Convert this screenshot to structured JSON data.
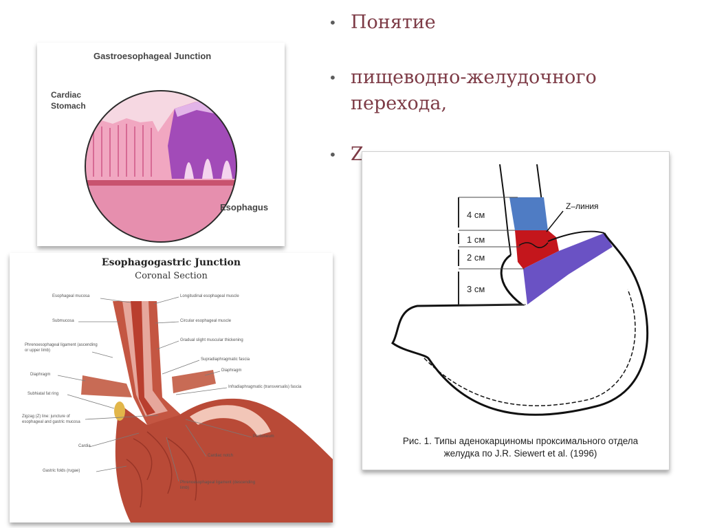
{
  "bullets": [
    {
      "text": "Понятие"
    },
    {
      "text": "пищеводно-желудочного перехода,"
    },
    {
      "text": "Z"
    }
  ],
  "figure_histology": {
    "title": "Gastroesophageal Junction",
    "label_stomach": "Cardiac Stomach",
    "label_esophagus": "Esophagus"
  },
  "figure_anatomy": {
    "title": "Esophagogastric Junction",
    "subtitle": "Coronal Section",
    "labels_left": [
      "Esophageal mucosa",
      "Submucosa",
      "Phrenoesophageal ligament (ascending or upper limb)",
      "Diaphragm",
      "Subhiatal fat ring",
      "Zigzag (Z) line: juncture of esophageal and gastric mucosa",
      "Cardia",
      "Gastric folds (rugae)"
    ],
    "labels_right": [
      "Longitudinal esophageal muscle",
      "Circular esophageal muscle",
      "Gradual slight muscular thickening",
      "Supradiaphragmatic fascia",
      "Diaphragm",
      "Infradiaphragmatic (transversalis) fascia",
      "Peritoneum",
      "Cardiac notch",
      "Phrenoesophageal ligament (descending limb)"
    ]
  },
  "figure_siewert": {
    "z_line_label": "Z–линия",
    "segments": [
      "4 см",
      "1 см",
      "2 см",
      "3 см"
    ],
    "caption": "Рис. 1. Типы аденокарциномы проксимального отдела желудка по J.R. Siewert et al. (1996)"
  },
  "colors": {
    "text_accent": "#7d3b46",
    "blue_zone": "#4f7cc4",
    "red_zone": "#c4161c",
    "purple_zone": "#6a52c4",
    "mucosa_pink": "#e79ab6",
    "muscle_red": "#b94a37"
  }
}
